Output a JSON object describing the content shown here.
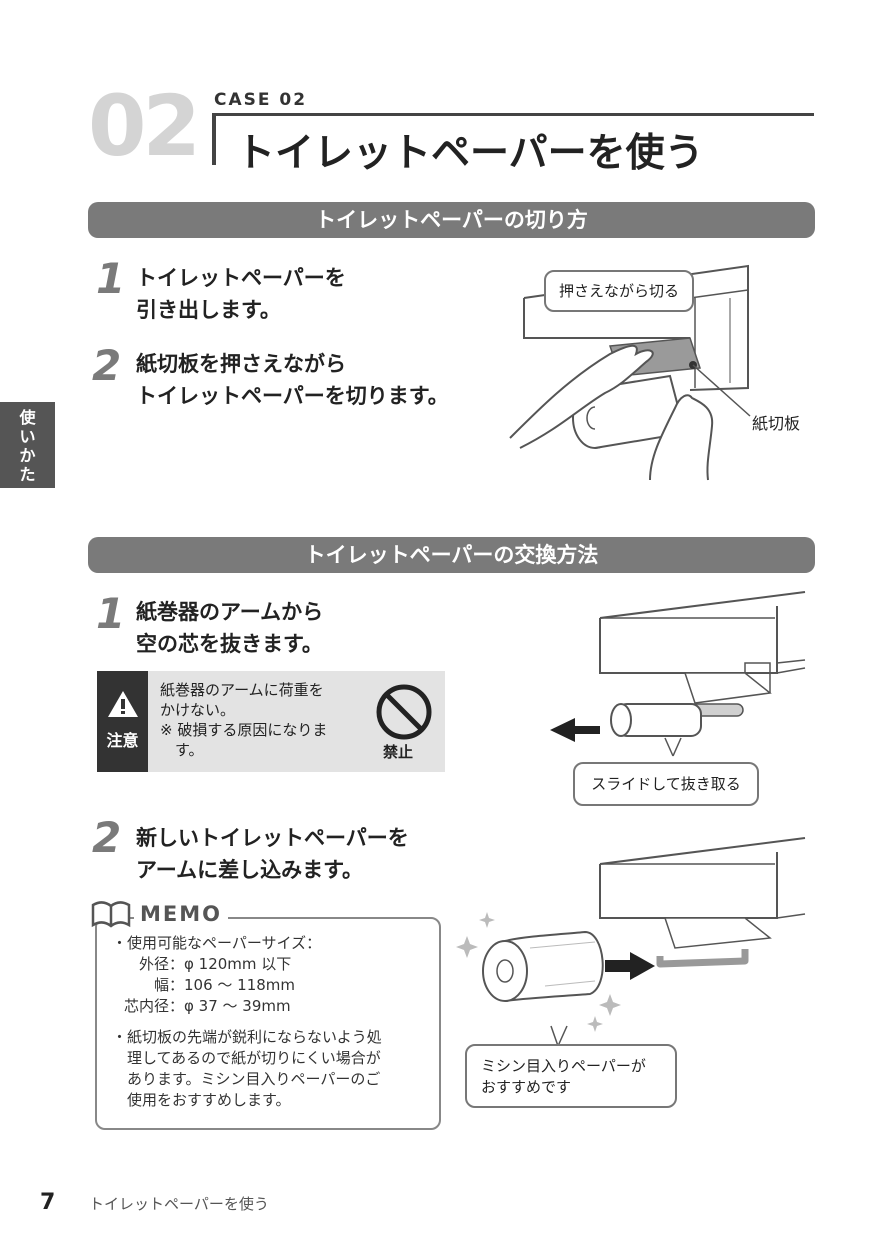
{
  "header": {
    "case_number": "02",
    "case_label": "CASE 02",
    "title": "トイレットペーパーを使う"
  },
  "side_tab": {
    "chars": [
      "使",
      "い",
      "か",
      "た"
    ]
  },
  "section1": {
    "heading": "トイレットペーパーの切り方",
    "steps": [
      {
        "num": "1",
        "lines": [
          "トイレットペーパーを",
          "引き出します。"
        ]
      },
      {
        "num": "2",
        "lines": [
          "紙切板を押さえながら",
          "トイレットペーパーを切ります。"
        ]
      }
    ],
    "illustration": {
      "callout": "押さえながら切る",
      "label": "紙切板"
    }
  },
  "section2": {
    "heading": "トイレットペーパーの交換方法",
    "step1": {
      "num": "1",
      "lines": [
        "紙巻器のアームから",
        "空の芯を抜きます。"
      ]
    },
    "caution": {
      "icon_label": "注意",
      "lines": [
        "紙巻器のアームに荷重を",
        "かけない。",
        "※ 破損する原因になりま",
        "　す。"
      ],
      "prohibit_label": "禁止"
    },
    "callout_slide": "スライドして抜き取る",
    "step2": {
      "num": "2",
      "lines": [
        "新しいトイレットペーパーを",
        "アームに差し込みます。"
      ]
    },
    "memo": {
      "title": "MEMO",
      "bullet1": "・使用可能なペーパーサイズ：",
      "sizes": [
        "　外径：φ 120mm 以下",
        "　　幅：106 ～ 118mm",
        "芯内径：φ 37 ～ 39mm"
      ],
      "bullet2_lines": [
        "・紙切板の先端が鋭利にならないよう処",
        "　理してあるので紙が切りにくい場合が",
        "　あります。ミシン目入りペーパーのご",
        "　使用をおすすめします。"
      ]
    },
    "callout_recommend": [
      "ミシン目入りペーパーが",
      "おすすめです"
    ]
  },
  "footer": {
    "page_number": "7",
    "text": "トイレットペーパーを使う"
  }
}
